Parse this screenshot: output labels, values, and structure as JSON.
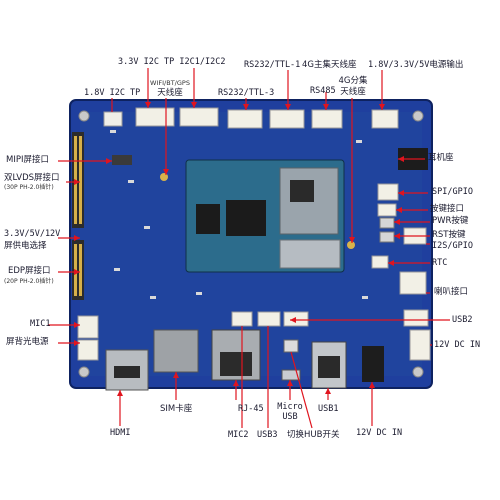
{
  "colors": {
    "background": "#ffffff",
    "pcb": "#1f3f9e",
    "pcb_dark": "#142c78",
    "annotation_red": "#e0141e",
    "text": "#1a1a2e"
  },
  "labels": {
    "top_3v3_i2c": "3.3V I2C TP I2C1/I2C2",
    "top_rs232_1": "RS232/TTL-1",
    "top_4g_main": "4G主集天线座",
    "top_power_out": "1.8V/3.3V/5V电源输出",
    "top_1v8_i2c": "1.8V I2C TP",
    "top_wifi_1": "WIFI/BT/GPS",
    "top_wifi_2": "天线座",
    "top_rs232_3": "RS232/TTL-3",
    "top_rs485": "RS485",
    "top_4g_div_1": "4G分集",
    "top_4g_div_2": "天线座",
    "left_mipi": "MIPI屏接口",
    "left_lvds_1": "双LVDS屏接口",
    "left_lvds_2": "(30P PH-2.0插针)",
    "left_volt_1": "3.3V/5V/12V",
    "left_volt_2": "屏供电选择",
    "left_edp_1": "EDP屏接口",
    "left_edp_2": "(20P PH-2.0插针)",
    "left_mic1": "MIC1",
    "left_backlight": "屏背光电源",
    "right_earphone": "耳机座",
    "right_spi": "SPI/GPIO",
    "right_key": "按键接口",
    "right_pwr": "PWR按键",
    "right_rst": "RST按键",
    "right_i2s": "I2S/GPIO",
    "right_rtc": "RTC",
    "right_speaker": "喇叭接口",
    "right_usb2": "USB2",
    "right_12v_dc": "12V DC IN",
    "bottom_hdmi": "HDMI",
    "bottom_sim": "SIM卡座",
    "bottom_rj45": "RJ-45",
    "bottom_mic2": "MIC2",
    "bottom_usb3": "USB3",
    "bottom_micro_1": "Micro",
    "bottom_micro_2": "USB",
    "bottom_hub": "切换HUB开关",
    "bottom_usb1": "USB1",
    "bottom_12v_dc": "12V DC IN"
  }
}
